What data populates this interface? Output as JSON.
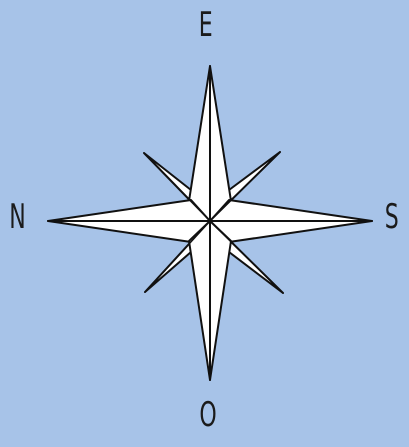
{
  "compass": {
    "label_top": "E",
    "label_left": "N",
    "label_right": "S",
    "label_bottom": "O"
  },
  "colors": {
    "background": "#a7c3e8",
    "fill": "#ffffff",
    "stroke": "#111111"
  },
  "icons": {
    "rose": "compass-rose-icon"
  }
}
